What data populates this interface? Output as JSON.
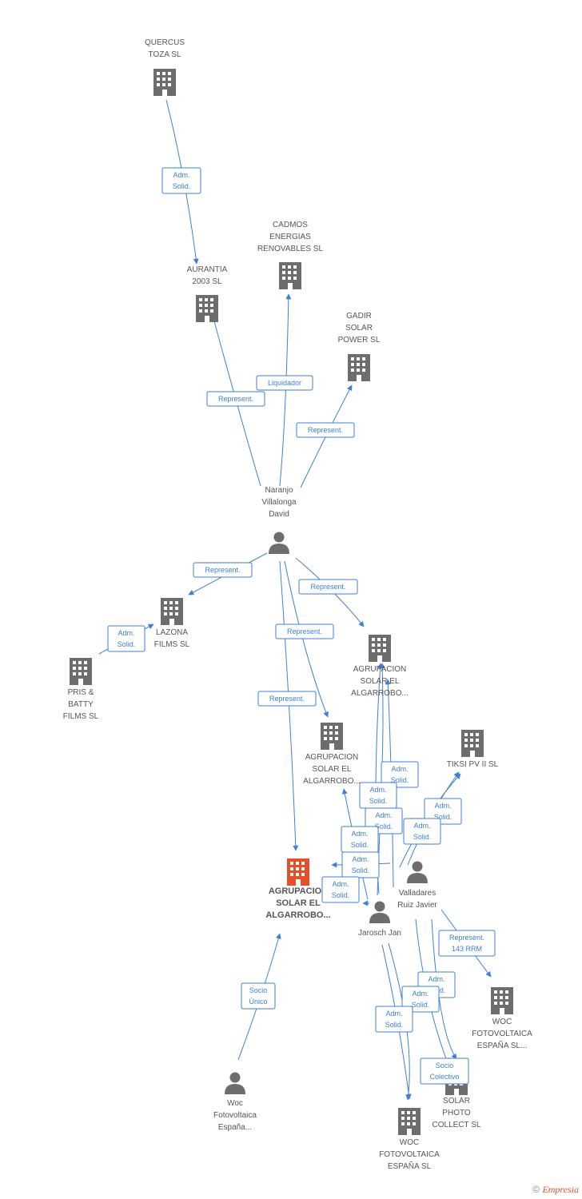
{
  "colors": {
    "edge": "#3f7fd6",
    "company": "#6d6d6d",
    "focus": "#e4502a",
    "person": "#6d6d6d"
  },
  "nodes": [
    {
      "id": "quercus",
      "type": "company",
      "lines": [
        "QUERCUS",
        "TOZA SL"
      ]
    },
    {
      "id": "aurantia",
      "type": "company",
      "lines": [
        "AURANTIA",
        "2003 SL"
      ]
    },
    {
      "id": "cadmos",
      "type": "company",
      "lines": [
        "CADMOS",
        "ENERGIAS",
        "RENOVABLES SL"
      ]
    },
    {
      "id": "gadir",
      "type": "company",
      "lines": [
        "GADIR",
        "SOLAR",
        "POWER SL"
      ]
    },
    {
      "id": "naranjo",
      "type": "person",
      "lines": [
        "Naranjo",
        "Villalonga",
        "David"
      ]
    },
    {
      "id": "lazona",
      "type": "company",
      "lines": [
        "LAZONA",
        "FILMS SL"
      ]
    },
    {
      "id": "pris",
      "type": "company",
      "lines": [
        "PRIS &",
        "BATTY",
        "FILMS  SL"
      ]
    },
    {
      "id": "agr1",
      "type": "company",
      "lines": [
        "AGRUPACION",
        "SOLAR EL",
        "ALGARROBO..."
      ]
    },
    {
      "id": "agr2",
      "type": "company",
      "lines": [
        "AGRUPACION",
        "SOLAR EL",
        "ALGARROBO..."
      ]
    },
    {
      "id": "tiksi",
      "type": "company",
      "lines": [
        "TIKSI PV II SL"
      ]
    },
    {
      "id": "focus",
      "type": "focus",
      "lines": [
        "AGRUPACION",
        "SOLAR EL",
        "ALGARROBO..."
      ]
    },
    {
      "id": "valladares",
      "type": "person",
      "lines": [
        "Valladares",
        "Ruiz Javier"
      ]
    },
    {
      "id": "jarosch",
      "type": "person",
      "lines": [
        "Jarosch Jan"
      ]
    },
    {
      "id": "woc1",
      "type": "company",
      "lines": [
        "WOC",
        "FOTOVOLTAICA",
        "ESPAÑA SL..."
      ]
    },
    {
      "id": "wocperson",
      "type": "person",
      "lines": [
        "Woc",
        "Fotovoltaica",
        "España..."
      ]
    },
    {
      "id": "solarphoto",
      "type": "company",
      "lines": [
        "SOLAR",
        "PHOTO",
        "COLLECT SL"
      ]
    },
    {
      "id": "woc2",
      "type": "company",
      "lines": [
        "WOC",
        "FOTOVOLTAICA",
        "ESPAÑA SL"
      ]
    }
  ],
  "edges": [
    {
      "id": "e1",
      "lines": [
        "Adm.",
        "Solid."
      ]
    },
    {
      "id": "e2",
      "lines": [
        "Represent."
      ]
    },
    {
      "id": "e3",
      "lines": [
        "Liquidador"
      ]
    },
    {
      "id": "e4",
      "lines": [
        "Represent."
      ]
    },
    {
      "id": "e5",
      "lines": [
        "Represent."
      ]
    },
    {
      "id": "e6",
      "lines": [
        "Adm.",
        "Solid."
      ]
    },
    {
      "id": "e7",
      "lines": [
        "Represent."
      ]
    },
    {
      "id": "e8",
      "lines": [
        "Represent."
      ]
    },
    {
      "id": "e9",
      "lines": [
        "Represent."
      ]
    },
    {
      "id": "e10",
      "lines": [
        "Adm.",
        "Solid."
      ]
    },
    {
      "id": "e11",
      "lines": [
        "Adm.",
        "Solid."
      ]
    },
    {
      "id": "e12",
      "lines": [
        "Adm.",
        "Solid."
      ]
    },
    {
      "id": "e13",
      "lines": [
        "Adm.",
        "Solid."
      ]
    },
    {
      "id": "e14",
      "lines": [
        "Adm.",
        "Solid."
      ]
    },
    {
      "id": "e15",
      "lines": [
        "Adm.",
        "Solid."
      ]
    },
    {
      "id": "e16",
      "lines": [
        "Adm.",
        "Solid."
      ]
    },
    {
      "id": "e17",
      "lines": [
        "Adm.",
        "Solid."
      ]
    },
    {
      "id": "e18",
      "lines": [
        "Represent.",
        "143 RRM"
      ]
    },
    {
      "id": "e19",
      "lines": [
        "Socio",
        "Único"
      ]
    },
    {
      "id": "e20",
      "lines": [
        "Adm.",
        "Solid."
      ]
    },
    {
      "id": "e21",
      "lines": [
        "Adm.",
        "Solid."
      ]
    },
    {
      "id": "e22",
      "lines": [
        "Adm.",
        "Solid."
      ]
    },
    {
      "id": "e23",
      "lines": [
        "Socio",
        "Colectivo"
      ]
    }
  ],
  "footer": {
    "copyright": "©",
    "brand": "Empresia"
  }
}
